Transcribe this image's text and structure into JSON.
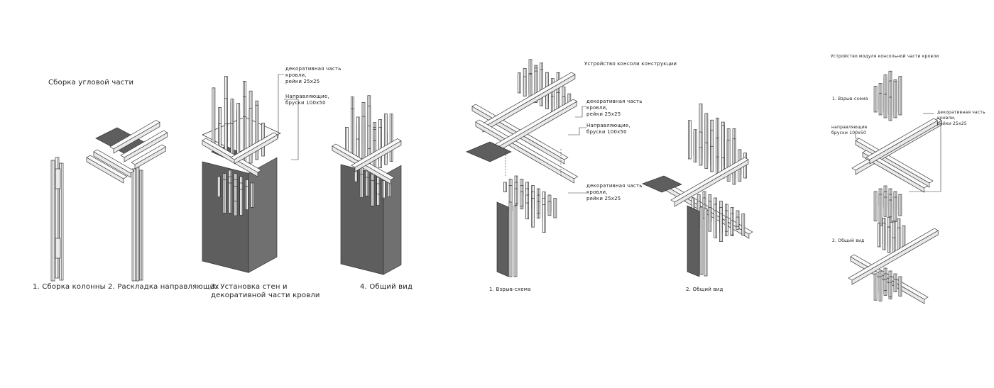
{
  "section1": {
    "title": "Сборка угловой части",
    "steps": [
      "1. Сборка колонны",
      "2. Раскладка направляющих",
      "3. Установка стен и\nдекоративной части кровли",
      "4. Общий вид"
    ],
    "callouts": {
      "roof": "декоративная часть\nкровли,\nрейки 25x25",
      "guides": "Направляющие,\nбруски 100x50"
    }
  },
  "section2": {
    "title": "Устройство консоли конструкции",
    "steps": [
      "1. Взрыв-схема",
      "2. Общий вид"
    ],
    "callouts": {
      "roof_top": "декоративная часть\nкровли,\nрейки 25x25",
      "guides": "Направляющие,\nбруски 100x50",
      "roof_bottom": "декоративная часть\nкровли,\nрейки 25x25"
    }
  },
  "section3": {
    "title": "Устройство модуля консольной части кровли",
    "steps": [
      "1. Взрыв-схема",
      "2. Общий вид"
    ],
    "callouts": {
      "roof": "декоративная часть\nкровли,\nрейки 25x25",
      "guides": "направляющие\nбруски 100x50"
    }
  },
  "colors": {
    "line": "#333333",
    "wall": "#5e5e5e",
    "background": "#ffffff"
  }
}
